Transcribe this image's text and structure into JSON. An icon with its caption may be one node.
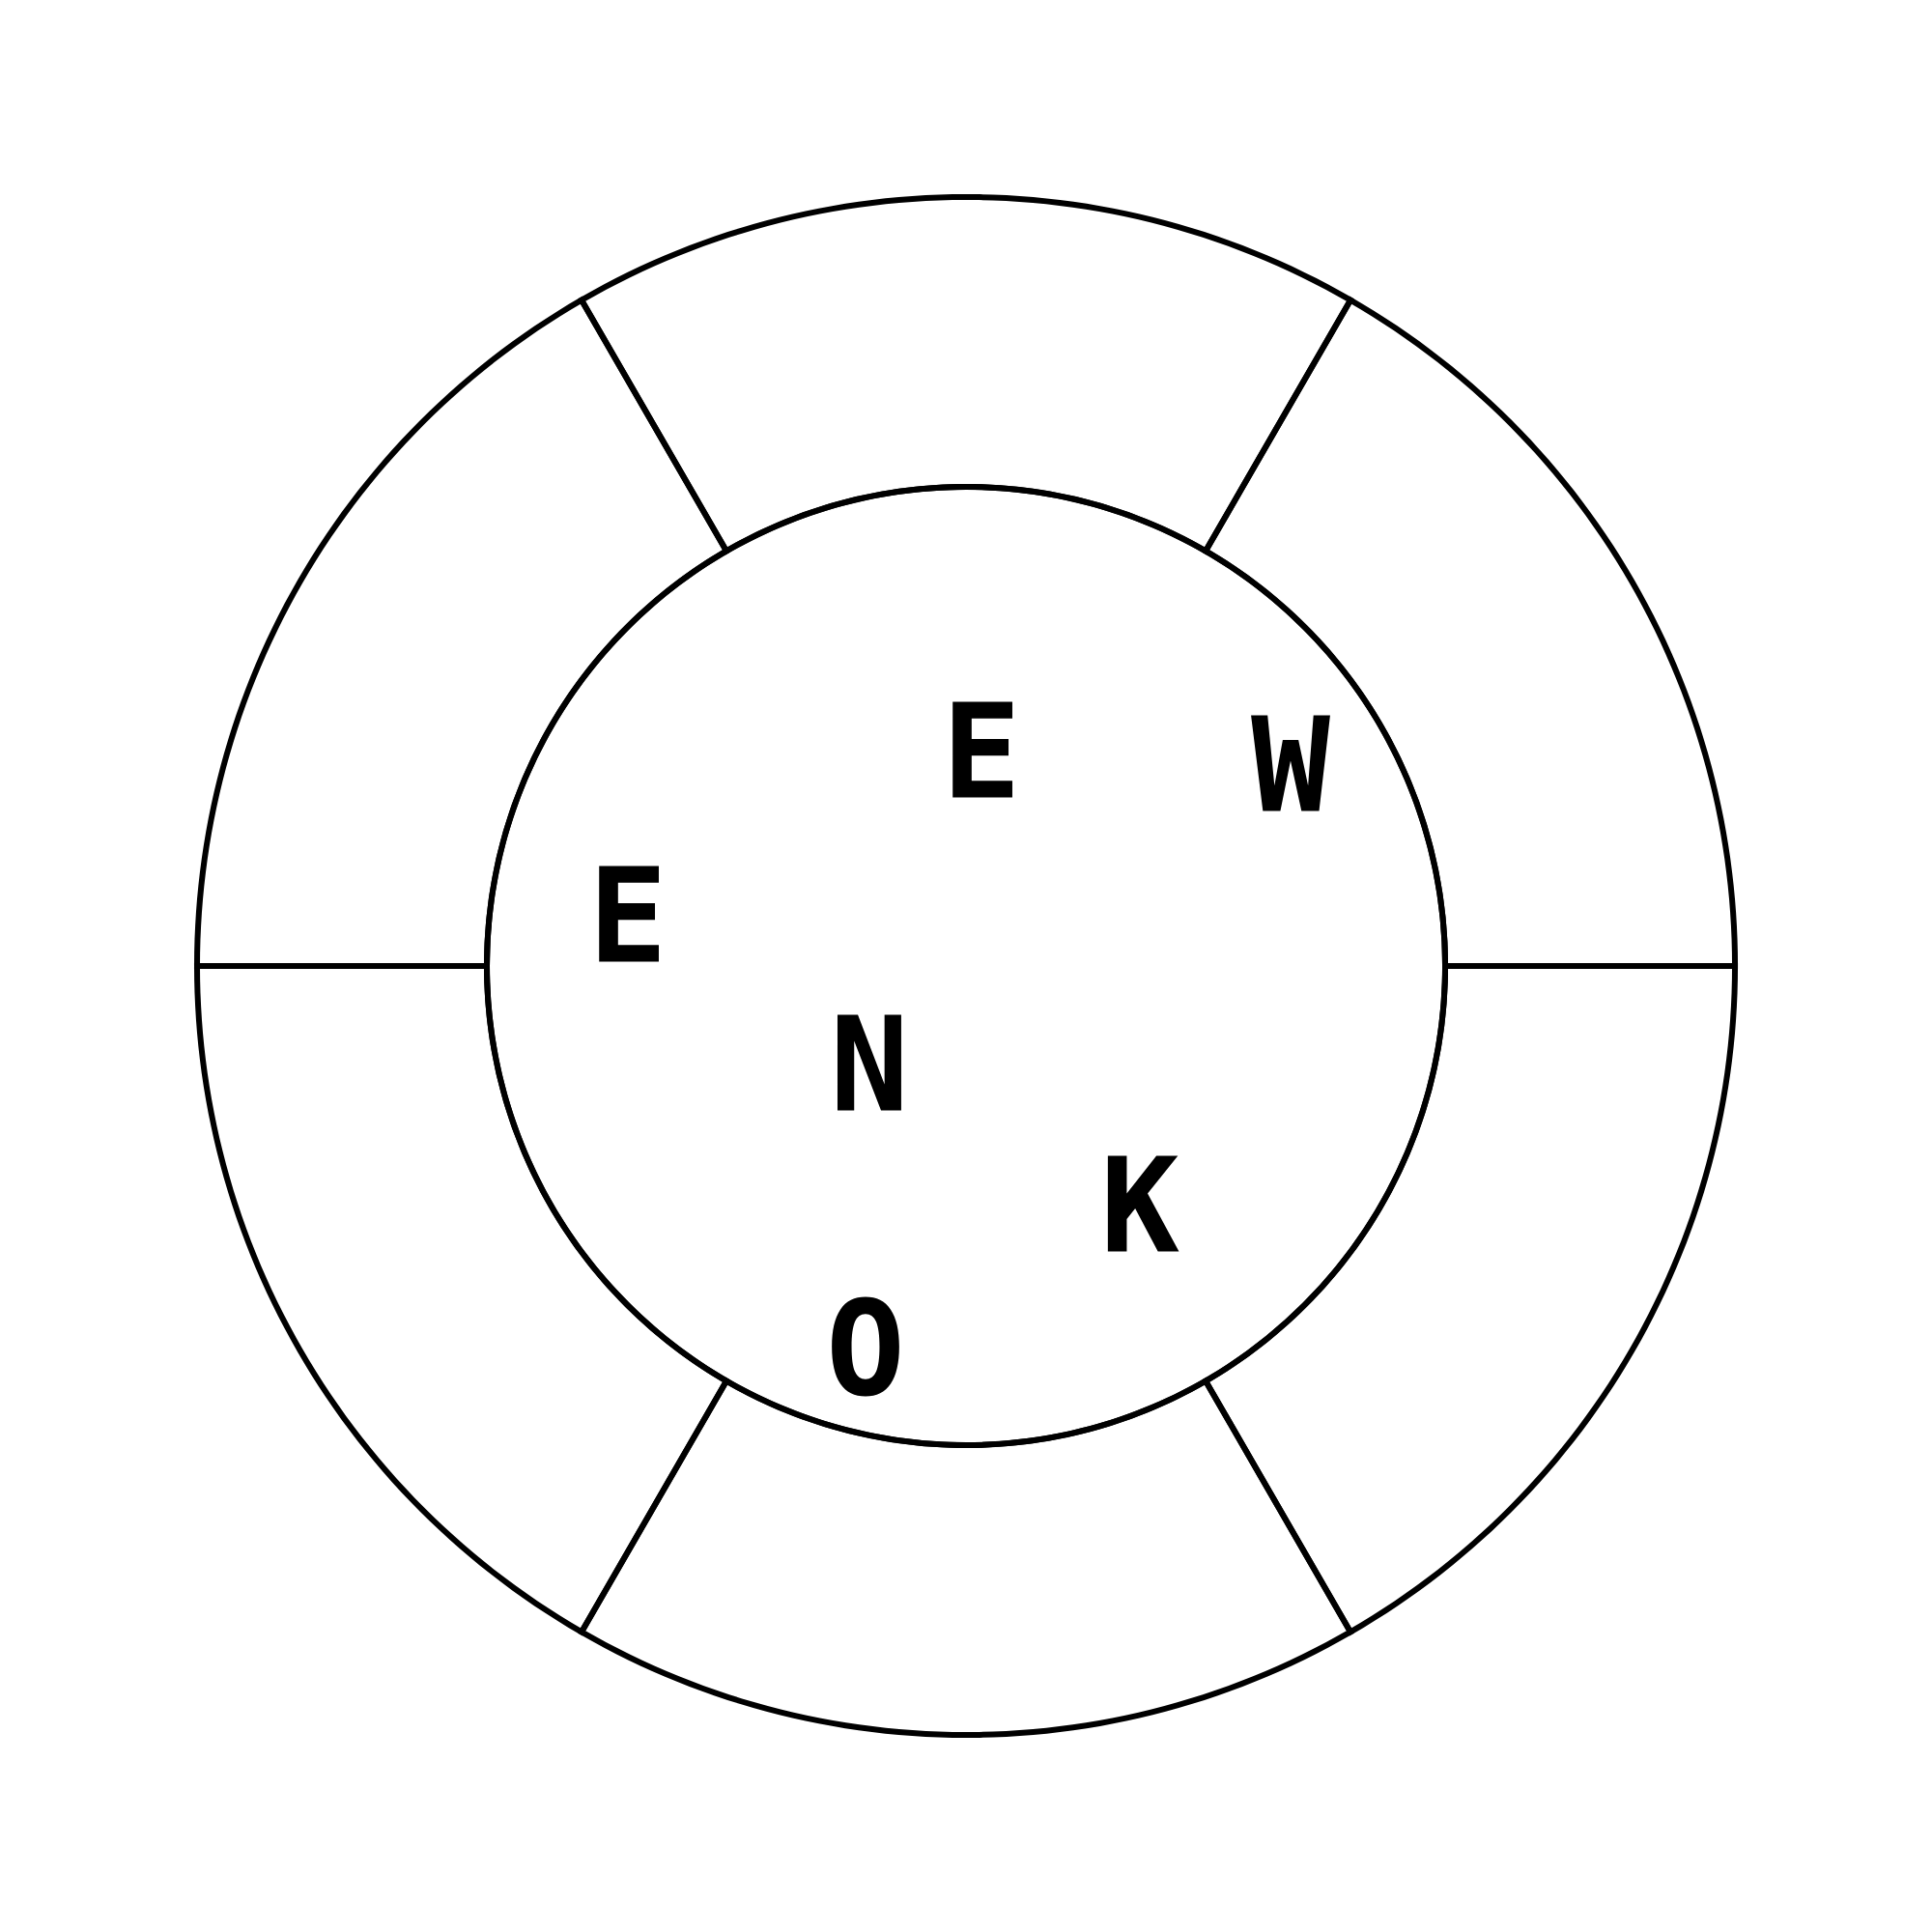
{
  "diagram": {
    "nodes": [
      {
        "text": [
          "E",
          "W",
          "E",
          "N",
          "K",
          "O"
        ]
      },
      {
        "text": [],
        "shape": "box"
      },
      {
        "text": [],
        "shape": "box"
      },
      {
        "text": [],
        "shape": "box"
      },
      {
        "text": [],
        "shape": "box"
      },
      {
        "text": [],
        "shape": "box"
      },
      {
        "text": [],
        "shape": "box"
      }
    ]
  }
}
